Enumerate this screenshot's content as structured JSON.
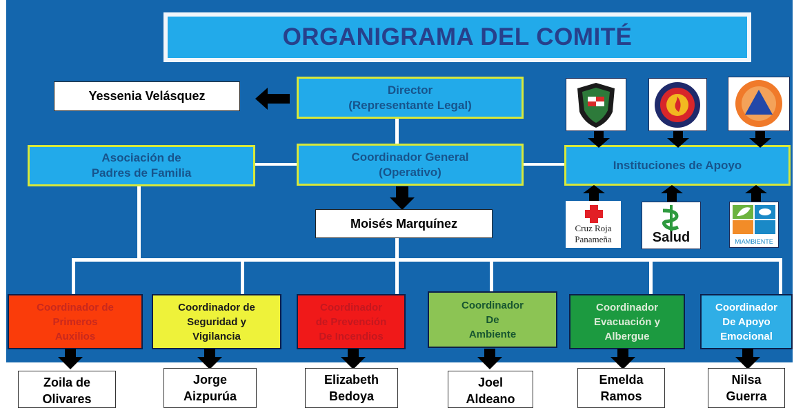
{
  "title": "ORGANIGRAMA DEL COMITÉ",
  "director": {
    "label": "Director\n(Representante Legal)",
    "person": "Yessenia Velásquez"
  },
  "coordinator_general": {
    "label": "Coordinador General\n(Operativo)",
    "person": "Moisés Marquínez"
  },
  "parents_association": "Asociación de\nPadres de Familia",
  "support_institutions": {
    "label": "Instituciones de Apoyo",
    "logos": [
      "policia-nacional-panama-logo",
      "bomberos-panama-logo",
      "proteccion-civil-logo",
      "cruz-roja-panamena-logo",
      "ministerio-de-salud-logo",
      "miambiente-logo"
    ],
    "cruz_roja_text": "Cruz Roja\nPanameña",
    "salud_text": "Salud",
    "miambiente_text": "MiAMBIENTE"
  },
  "coordinators": [
    {
      "label": "Coordinador de\nPrimeros\nAuxilios",
      "person": "Zoila de\nOlivares",
      "bg": "#fa3c0a",
      "fg": "#c9281d"
    },
    {
      "label": "Coordinador de\nSeguridad y\nVigilancia",
      "person": "Jorge\nAizpurúa",
      "bg": "#eef23a",
      "fg": "#1b1b1b"
    },
    {
      "label": "Coordinador\nde Prevención\nDe Incendios",
      "person": "Elizabeth\nBedoya",
      "bg": "#f01919",
      "fg": "#c4171f"
    },
    {
      "label": "Coordinador\nDe\nAmbiente",
      "person": "Joel\nAldeano",
      "bg": "#8cc454",
      "fg": "#175630"
    },
    {
      "label": "Coordinador\nEvacuación y\nAlbergue",
      "person": "Emelda\nRamos",
      "bg": "#1c9a40",
      "fg": "#dcebd7"
    },
    {
      "label": "Coordinador\nDe Apoyo\nEmocional",
      "person": "Nilsa\nGuerra",
      "bg": "#2faee6",
      "fg": "#ffffff"
    }
  ],
  "colors": {
    "background": "#1466ad",
    "box_fill": "#22aaea",
    "box_border": "#d7e83a",
    "box_text": "#17548c",
    "title_text": "#27408b"
  }
}
